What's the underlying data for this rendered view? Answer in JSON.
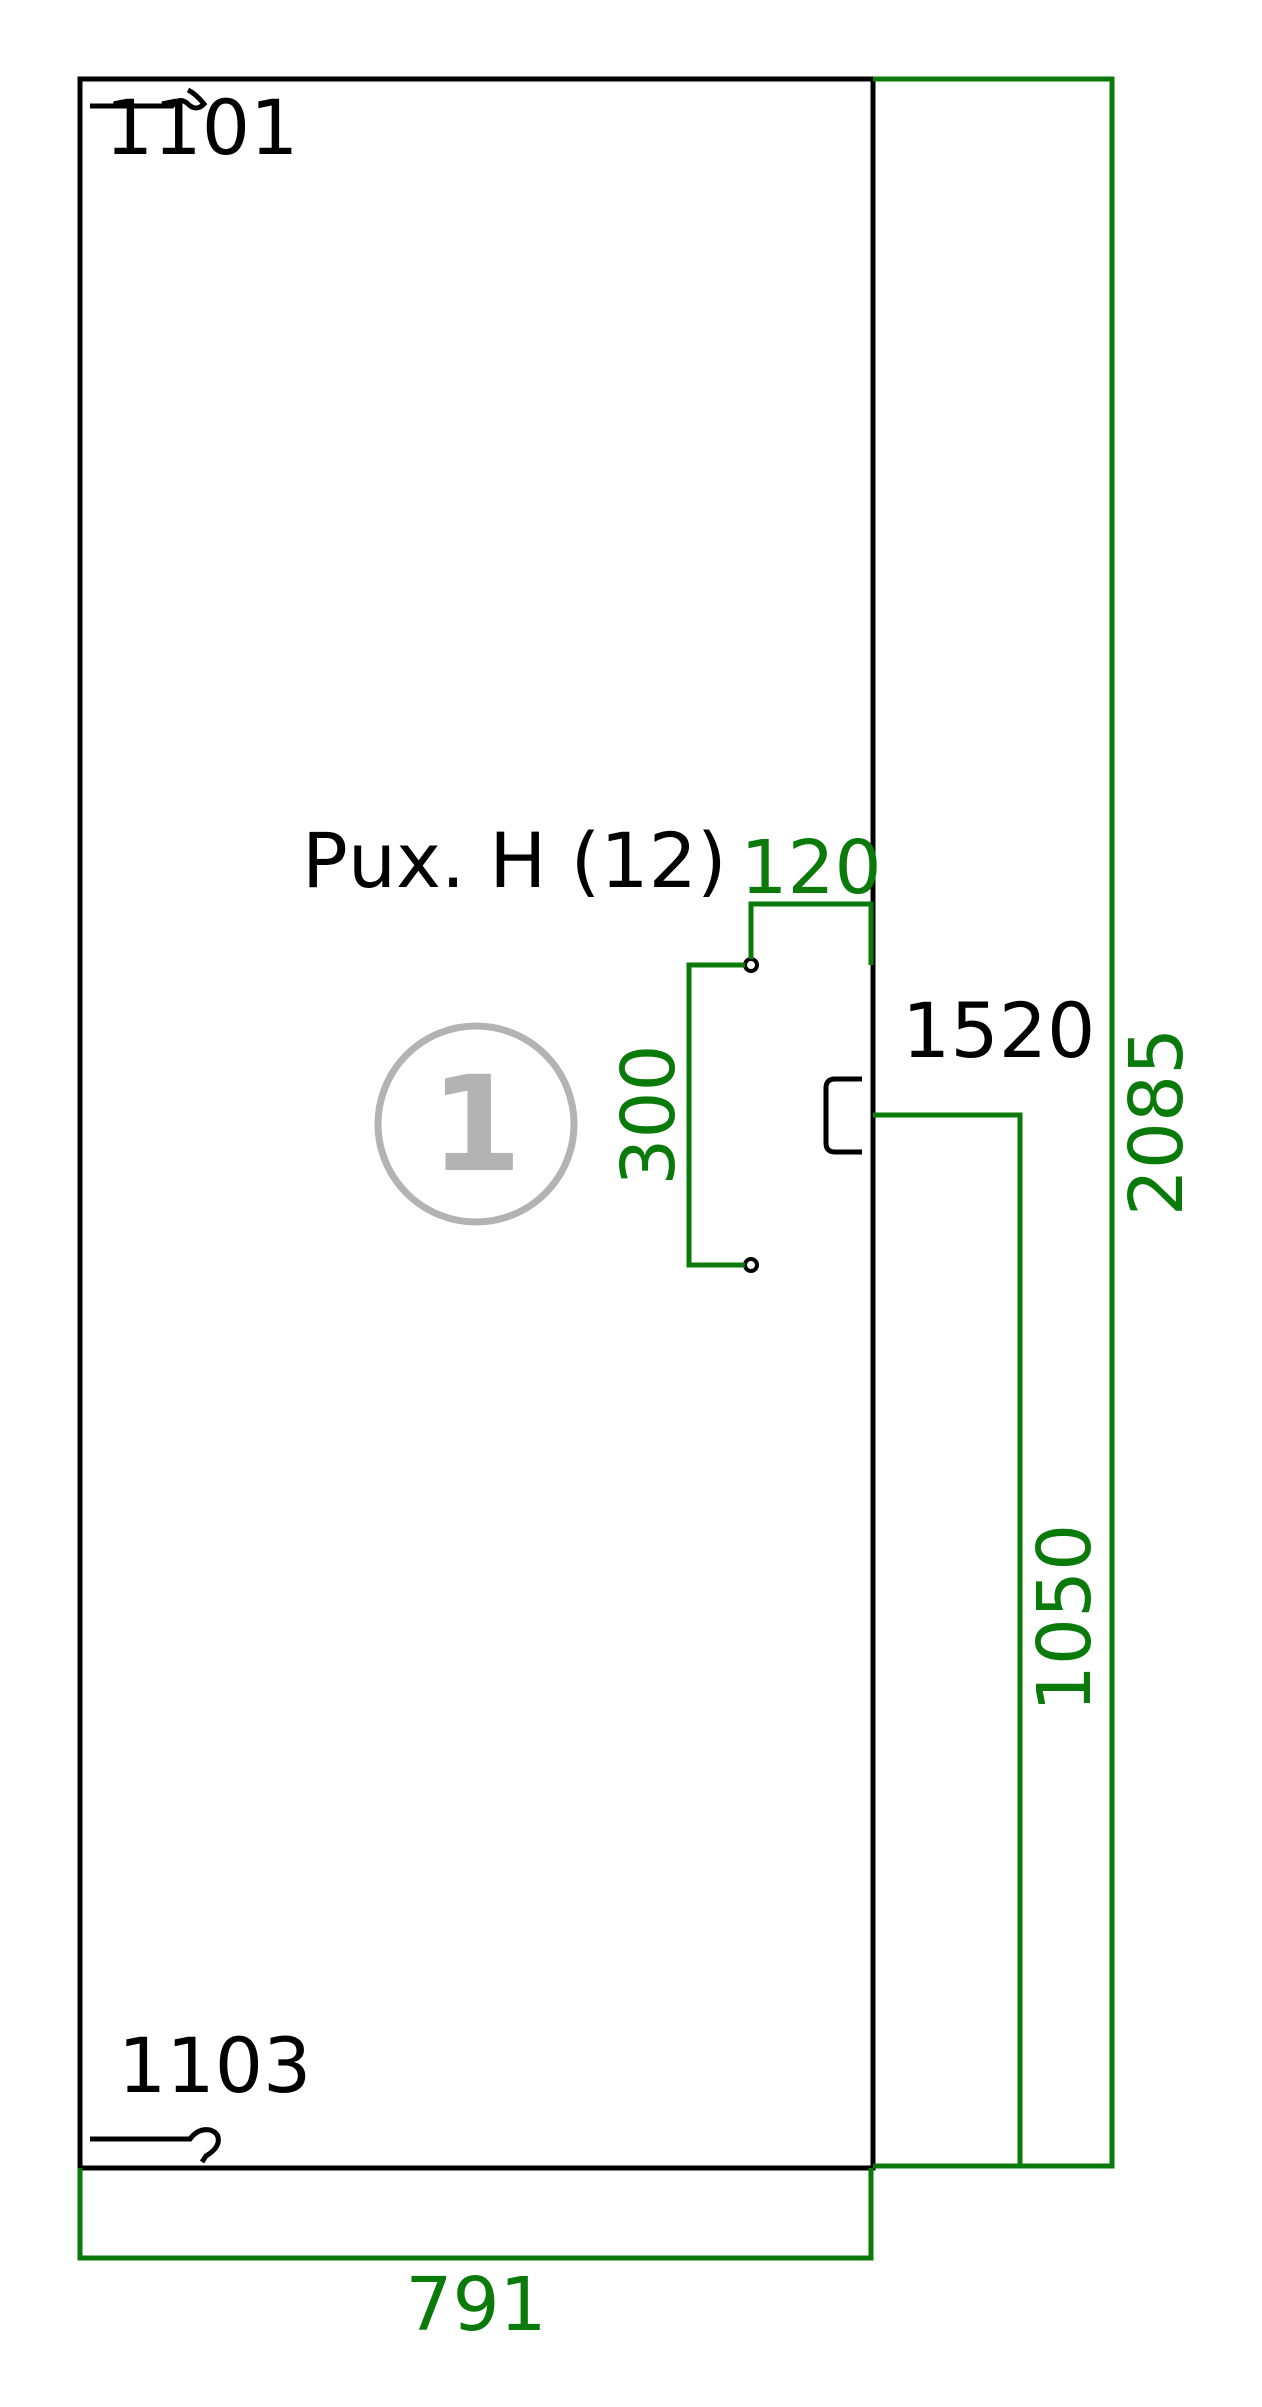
{
  "colors": {
    "outline": "#000000",
    "dimension": "#0a7a0a",
    "marker": "#b3b3b3",
    "background": "#ffffff"
  },
  "labels": {
    "edge_top": "1101",
    "edge_bottom": "1103",
    "edge_right": "1520",
    "part_name": "Рuх. H (12)",
    "marker_number": "1"
  },
  "dimensions": {
    "width": "791",
    "height": "2085",
    "handle_height_from_bottom": "1050",
    "handle_spacing": "300",
    "handle_offset_from_edge": "120"
  },
  "icons": {
    "top_edge": "edge-band-icon",
    "bottom_edge": "edge-band-icon",
    "right_edge": "edge-bracket-icon",
    "hinge_top": "hole-icon",
    "hinge_bottom": "hole-icon",
    "marker": "circled-number-icon"
  }
}
